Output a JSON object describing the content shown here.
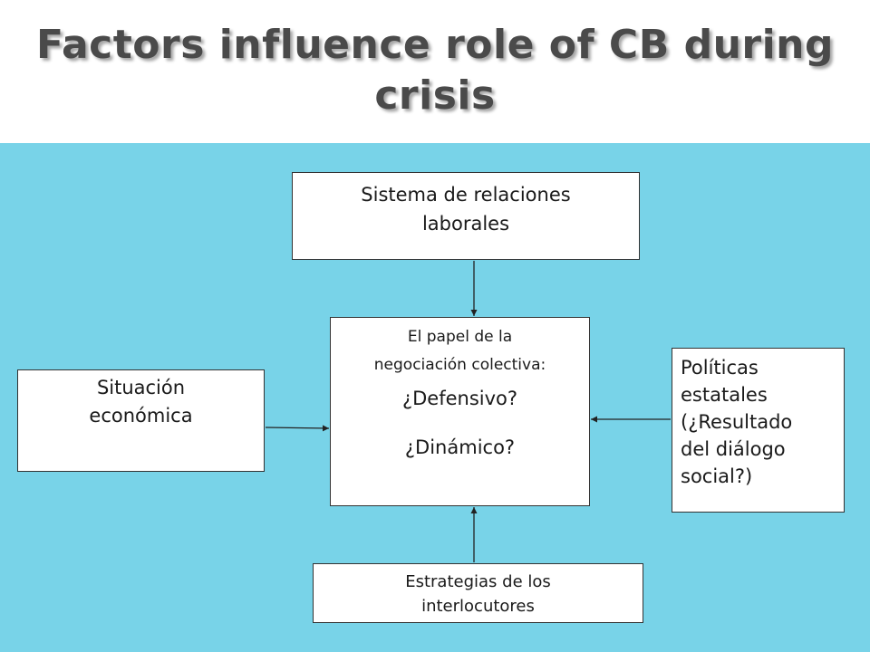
{
  "title": {
    "line1": "Factors influence role of CB during",
    "line2": "crisis"
  },
  "colors": {
    "background": "#78d3e8",
    "title_text": "#4a4a4a",
    "box_fill": "#ffffff",
    "box_border": "#333333",
    "arrow": "#222222"
  },
  "nodes": {
    "top": {
      "lines": [
        "Sistema de relaciones",
        "laborales"
      ]
    },
    "center": {
      "line1": "El papel de la",
      "line2": "negociación colectiva:",
      "line3": "¿Defensivo?",
      "line4": "¿Dinámico?"
    },
    "left": {
      "lines": [
        "Situación",
        "económica"
      ]
    },
    "right": {
      "lines": [
        "Políticas",
        "estatales",
        "(¿Resultado",
        "del diálogo",
        "social?)"
      ]
    },
    "bottom": {
      "lines": [
        "Estrategias de los",
        "interlocutores"
      ]
    }
  },
  "edges": [
    {
      "from": "top",
      "to": "center"
    },
    {
      "from": "left",
      "to": "center"
    },
    {
      "from": "right",
      "to": "center"
    },
    {
      "from": "bottom",
      "to": "center"
    }
  ]
}
